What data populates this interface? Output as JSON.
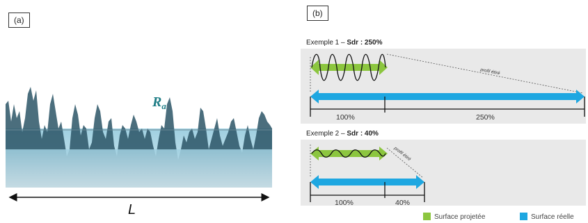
{
  "panel_a": {
    "label": "(a)",
    "ra_label": "R",
    "ra_sub": "a",
    "length_label": "L"
  },
  "panel_b": {
    "label": "(b)",
    "examples": [
      {
        "title_prefix": "Exemple 1 – ",
        "title_bold": "Sdr : 250%",
        "stretch_label": "profil étiré",
        "projected_pct": "100%",
        "real_pct": "250%"
      },
      {
        "title_prefix": "Exemple 2 – ",
        "title_bold": "Sdr : 40%",
        "stretch_label": "profil étiré",
        "projected_pct": "100%",
        "real_pct": "40%"
      }
    ],
    "legend": [
      {
        "label": "Surface projetée",
        "color": "#8cc63f"
      },
      {
        "label": "Surface réelle",
        "color": "#1ea7e1"
      }
    ]
  },
  "colors": {
    "green": "#8cc63f",
    "blue": "#1ea7e1",
    "ra_text": "#1f7d86",
    "panel_bg": "#e9e9e9"
  }
}
